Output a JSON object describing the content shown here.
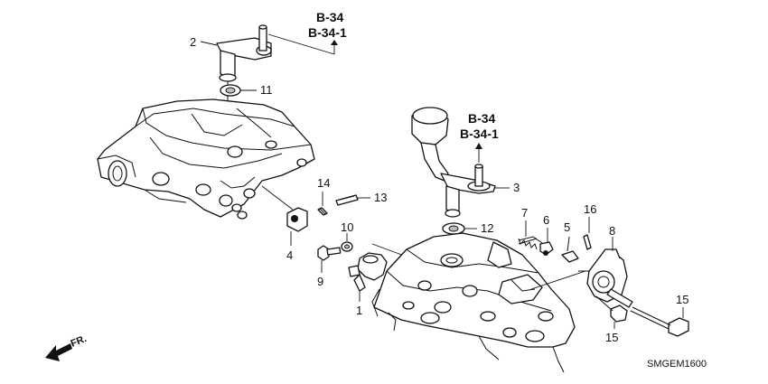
{
  "diagram": {
    "code": "SMGEM1600",
    "front_marker": "FR.",
    "references": {
      "upper": [
        "B-34",
        "B-34-1"
      ],
      "middle": [
        "B-34",
        "B-34-1"
      ]
    },
    "callouts": {
      "p1": "1",
      "p2": "2",
      "p3": "3",
      "p4": "4",
      "p5": "5",
      "p6": "6",
      "p7": "7",
      "p8": "8",
      "p9": "9",
      "p10": "10",
      "p11": "11",
      "p12": "12",
      "p13": "13",
      "p14": "14",
      "p15a": "15",
      "p15b": "15",
      "p16": "16"
    }
  }
}
